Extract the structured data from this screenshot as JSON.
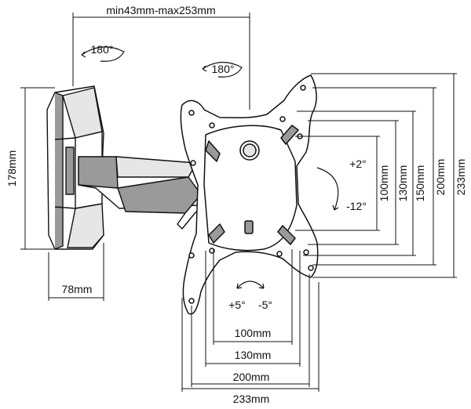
{
  "labels": {
    "arm_range": "min43mm-max253mm",
    "swivel_left": "180°",
    "swivel_right": "180°",
    "wall_height": "178mm",
    "wall_depth": "78mm",
    "tilt_up": "+2°",
    "tilt_down": "-12°",
    "rotate_plus": "+5°",
    "rotate_minus": "-5°"
  },
  "vertical_dims": [
    "100mm",
    "130mm",
    "150mm",
    "200mm",
    "233mm"
  ],
  "horizontal_dims": [
    "100mm",
    "130mm",
    "200mm",
    "233mm"
  ],
  "colors": {
    "line": "#111111",
    "fill_dark": "#9a9a9a",
    "fill_light": "#e6e6e6"
  }
}
